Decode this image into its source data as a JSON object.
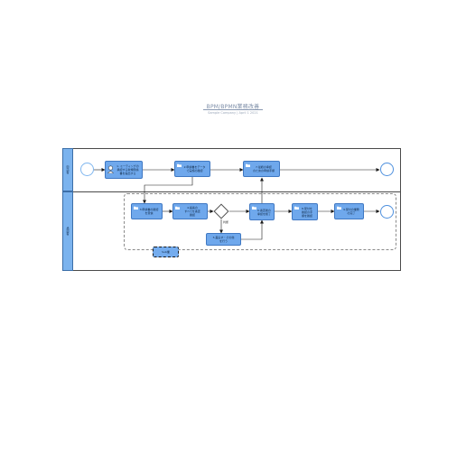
{
  "header": {
    "title": "BPM/BPMN業務改善",
    "subtitle": "Sample Company  |  April 1 2021"
  },
  "lanes": [
    {
      "label": "申請者"
    },
    {
      "label": "承認者"
    }
  ],
  "tasks": {
    "t1": "1. ミーティングの\n承認する新規申請\n書を提出する",
    "t2": "2.申請書をデータ\nで実施の確認",
    "t3": "7.最終の承認\nのための申請手順",
    "t4": "3.申請書の確認\nを受信",
    "t5": "4.提案の\nすべてを審査\n確認",
    "t6": "6.審査後の\n承認を終了",
    "t7": "8.受付を\n確認の手\n順を確認",
    "t8": "9.受付の業務\nの完了",
    "t9": "5.差戻す・その他\nを行う"
  },
  "gateway": {
    "label": "判断"
  },
  "dashed_task": {
    "label": "Sub業"
  },
  "colors": {
    "lane_fill": "#7bb3ee",
    "task_fill": "#6fa8ec",
    "end_event": "#4e90de"
  }
}
